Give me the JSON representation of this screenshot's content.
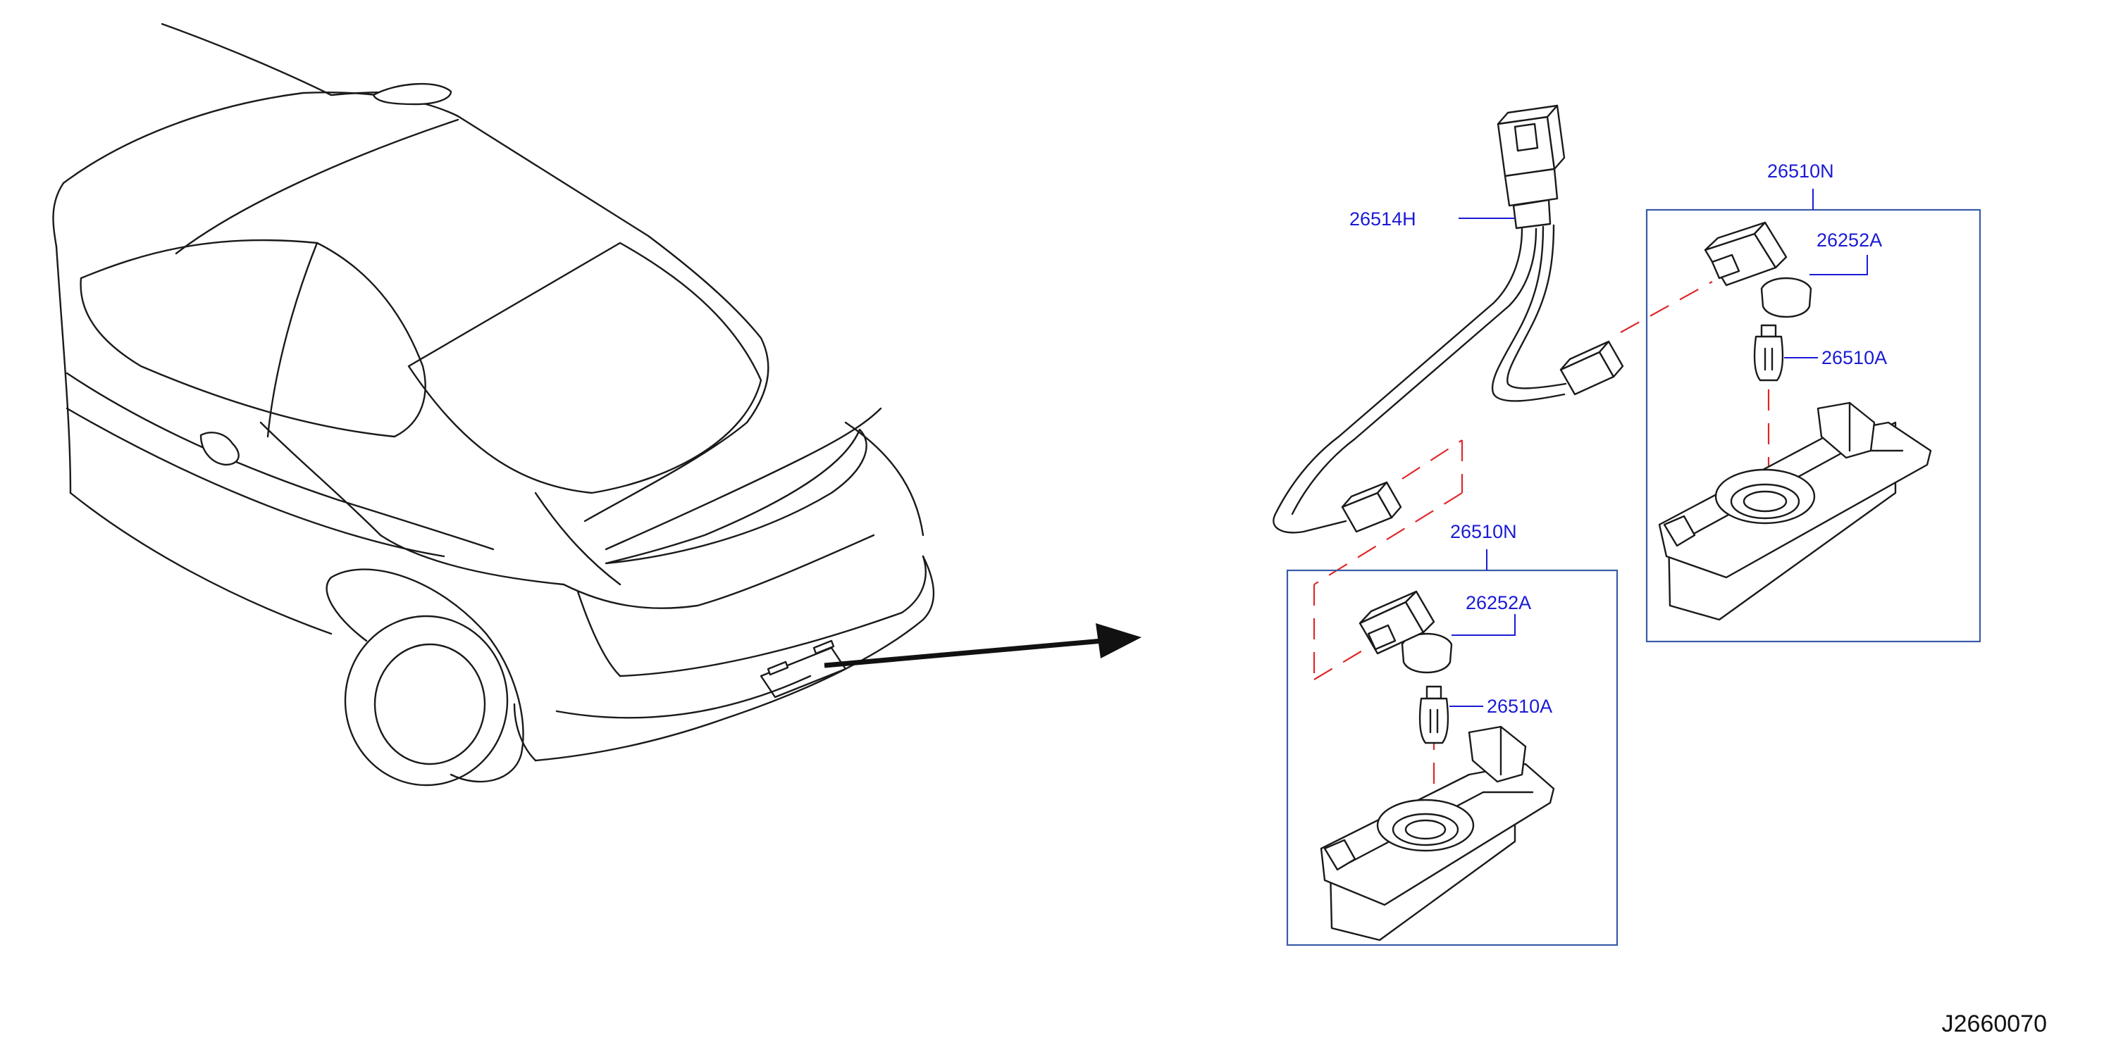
{
  "diagram": {
    "id_code": "J2660070",
    "labels": {
      "harness": "26514H",
      "lamp_assembly_upper": "26510N",
      "socket_upper": "26252A",
      "bulb_upper": "26510A",
      "lamp_assembly_lower": "26510N",
      "socket_lower": "26252A",
      "bulb_lower": "26510A"
    },
    "colors": {
      "label_text": "#1a1ad6",
      "frame": "#3a5ba8",
      "guide_dash": "#e0272a",
      "line_art": "#1a1a1a"
    }
  }
}
